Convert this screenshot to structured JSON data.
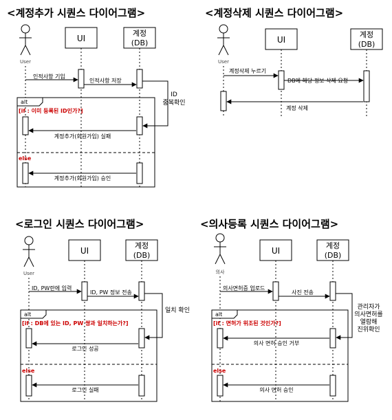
{
  "diagrams": {
    "signup": {
      "title": "<계정추가 시퀀스 다이어그램>",
      "actor": "User",
      "ui": "UI",
      "db_line1": "계정",
      "db_line2": "(DB)",
      "msg1": "인적사항 기입",
      "msg2": "인적사항 저장",
      "note_line1": "ID",
      "note_line2": "중복확인",
      "alt": "alt",
      "cond": "[if : 이미 등록된 ID인가?]",
      "ret1": "계정추가(회원가입) 실패",
      "else": "else",
      "ret2": "계정추가(회원가입) 승인"
    },
    "delete": {
      "title": "<계정삭제 시퀀스 다이어그램>",
      "actor": "User",
      "ui": "UI",
      "db_line1": "계정",
      "db_line2": "(DB)",
      "msg1": "계정삭제 누르기",
      "msg2": "DB에 해당 정보 삭제 요청",
      "ret1": "계정 삭제"
    },
    "login": {
      "title": "<로그인 시퀀스 다이어그램>",
      "actor": "User",
      "ui": "UI",
      "db_line1": "계정",
      "db_line2": "(DB)",
      "msg1": "ID, PW란에 입력",
      "msg2": "ID, PW 정보 전송",
      "note_line1": "일치 확인",
      "alt": "alt",
      "cond": "[if : DB에 있는 ID, PW 쌍과 일치하는가?]",
      "ret1": "로그인 성공",
      "else": "else",
      "ret2": "로그인 실패"
    },
    "doctor": {
      "title": "<의사등록 시퀀스 다이어그램>",
      "actor": "의사",
      "ui": "UI",
      "db_line1": "계정",
      "db_line2": "(DB)",
      "msg1": "의사면허증 업로드",
      "msg2": "사진 전송",
      "note_line1": "관리자가",
      "note_line2": "의사면허를",
      "note_line3": "열람해",
      "note_line4": "진위확인",
      "alt": "alt",
      "cond": "[if : 면허가 위조된 것인가?]",
      "ret1": "의사 면허 승인 거부",
      "else": "else",
      "ret2": "의사 면허 승인"
    }
  },
  "colors": {
    "stroke": "#000000",
    "condition": "#cc0000",
    "background": "#ffffff"
  }
}
